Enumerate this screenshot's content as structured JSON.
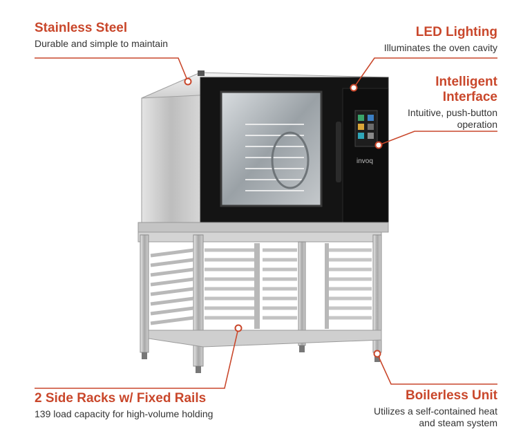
{
  "features": {
    "stainless_steel": {
      "title": "Stainless Steel",
      "desc": "Durable and simple to maintain"
    },
    "led_lighting": {
      "title": "LED Lighting",
      "desc": "Illuminates the oven cavity"
    },
    "intelligent_interface": {
      "title": "Intelligent Interface",
      "desc": "Intuitive, push-button operation"
    },
    "side_racks": {
      "title": "2 Side Racks w/ Fixed Rails",
      "desc": "139 load capacity for high-volume holding"
    },
    "boilerless_unit": {
      "title": "Boilerless Unit",
      "desc": "Utilizes a self-contained heat and steam system"
    }
  },
  "oven": {
    "brand_label": "invoq"
  },
  "colors": {
    "accent": "#c9472b",
    "leader": "#c9472b",
    "steel": "#c9c9c9",
    "glass": "#111111"
  },
  "icons": [
    "oven-illustration",
    "callout-marker"
  ]
}
